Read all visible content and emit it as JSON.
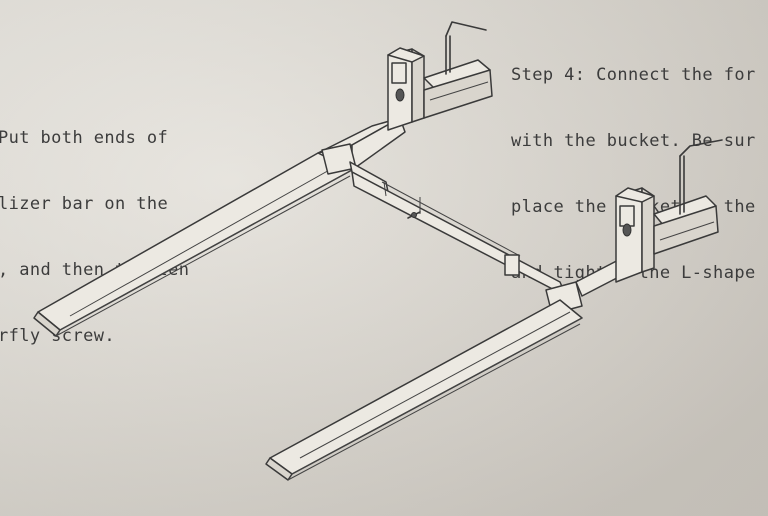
{
  "step_left": {
    "lines": [
      "Put both ends of",
      "lizer bar on the",
      ", and then tighten",
      "rfly screw."
    ]
  },
  "step_right": {
    "lines": [
      "Step 4: Connect the for",
      "with the bucket. Be sur",
      "place the bucket at the",
      "and tighten the L-shape"
    ]
  },
  "colors": {
    "paper": "#dedad3",
    "ink": "#3a3a3a"
  },
  "diagram": {
    "subject": "pallet fork clamp-on attachment with stabilizer bar",
    "parts": [
      "left-fork",
      "right-fork",
      "stabilizer-bar",
      "left-clamp",
      "right-clamp",
      "l-shaped-handle",
      "butterfly-screw"
    ]
  }
}
